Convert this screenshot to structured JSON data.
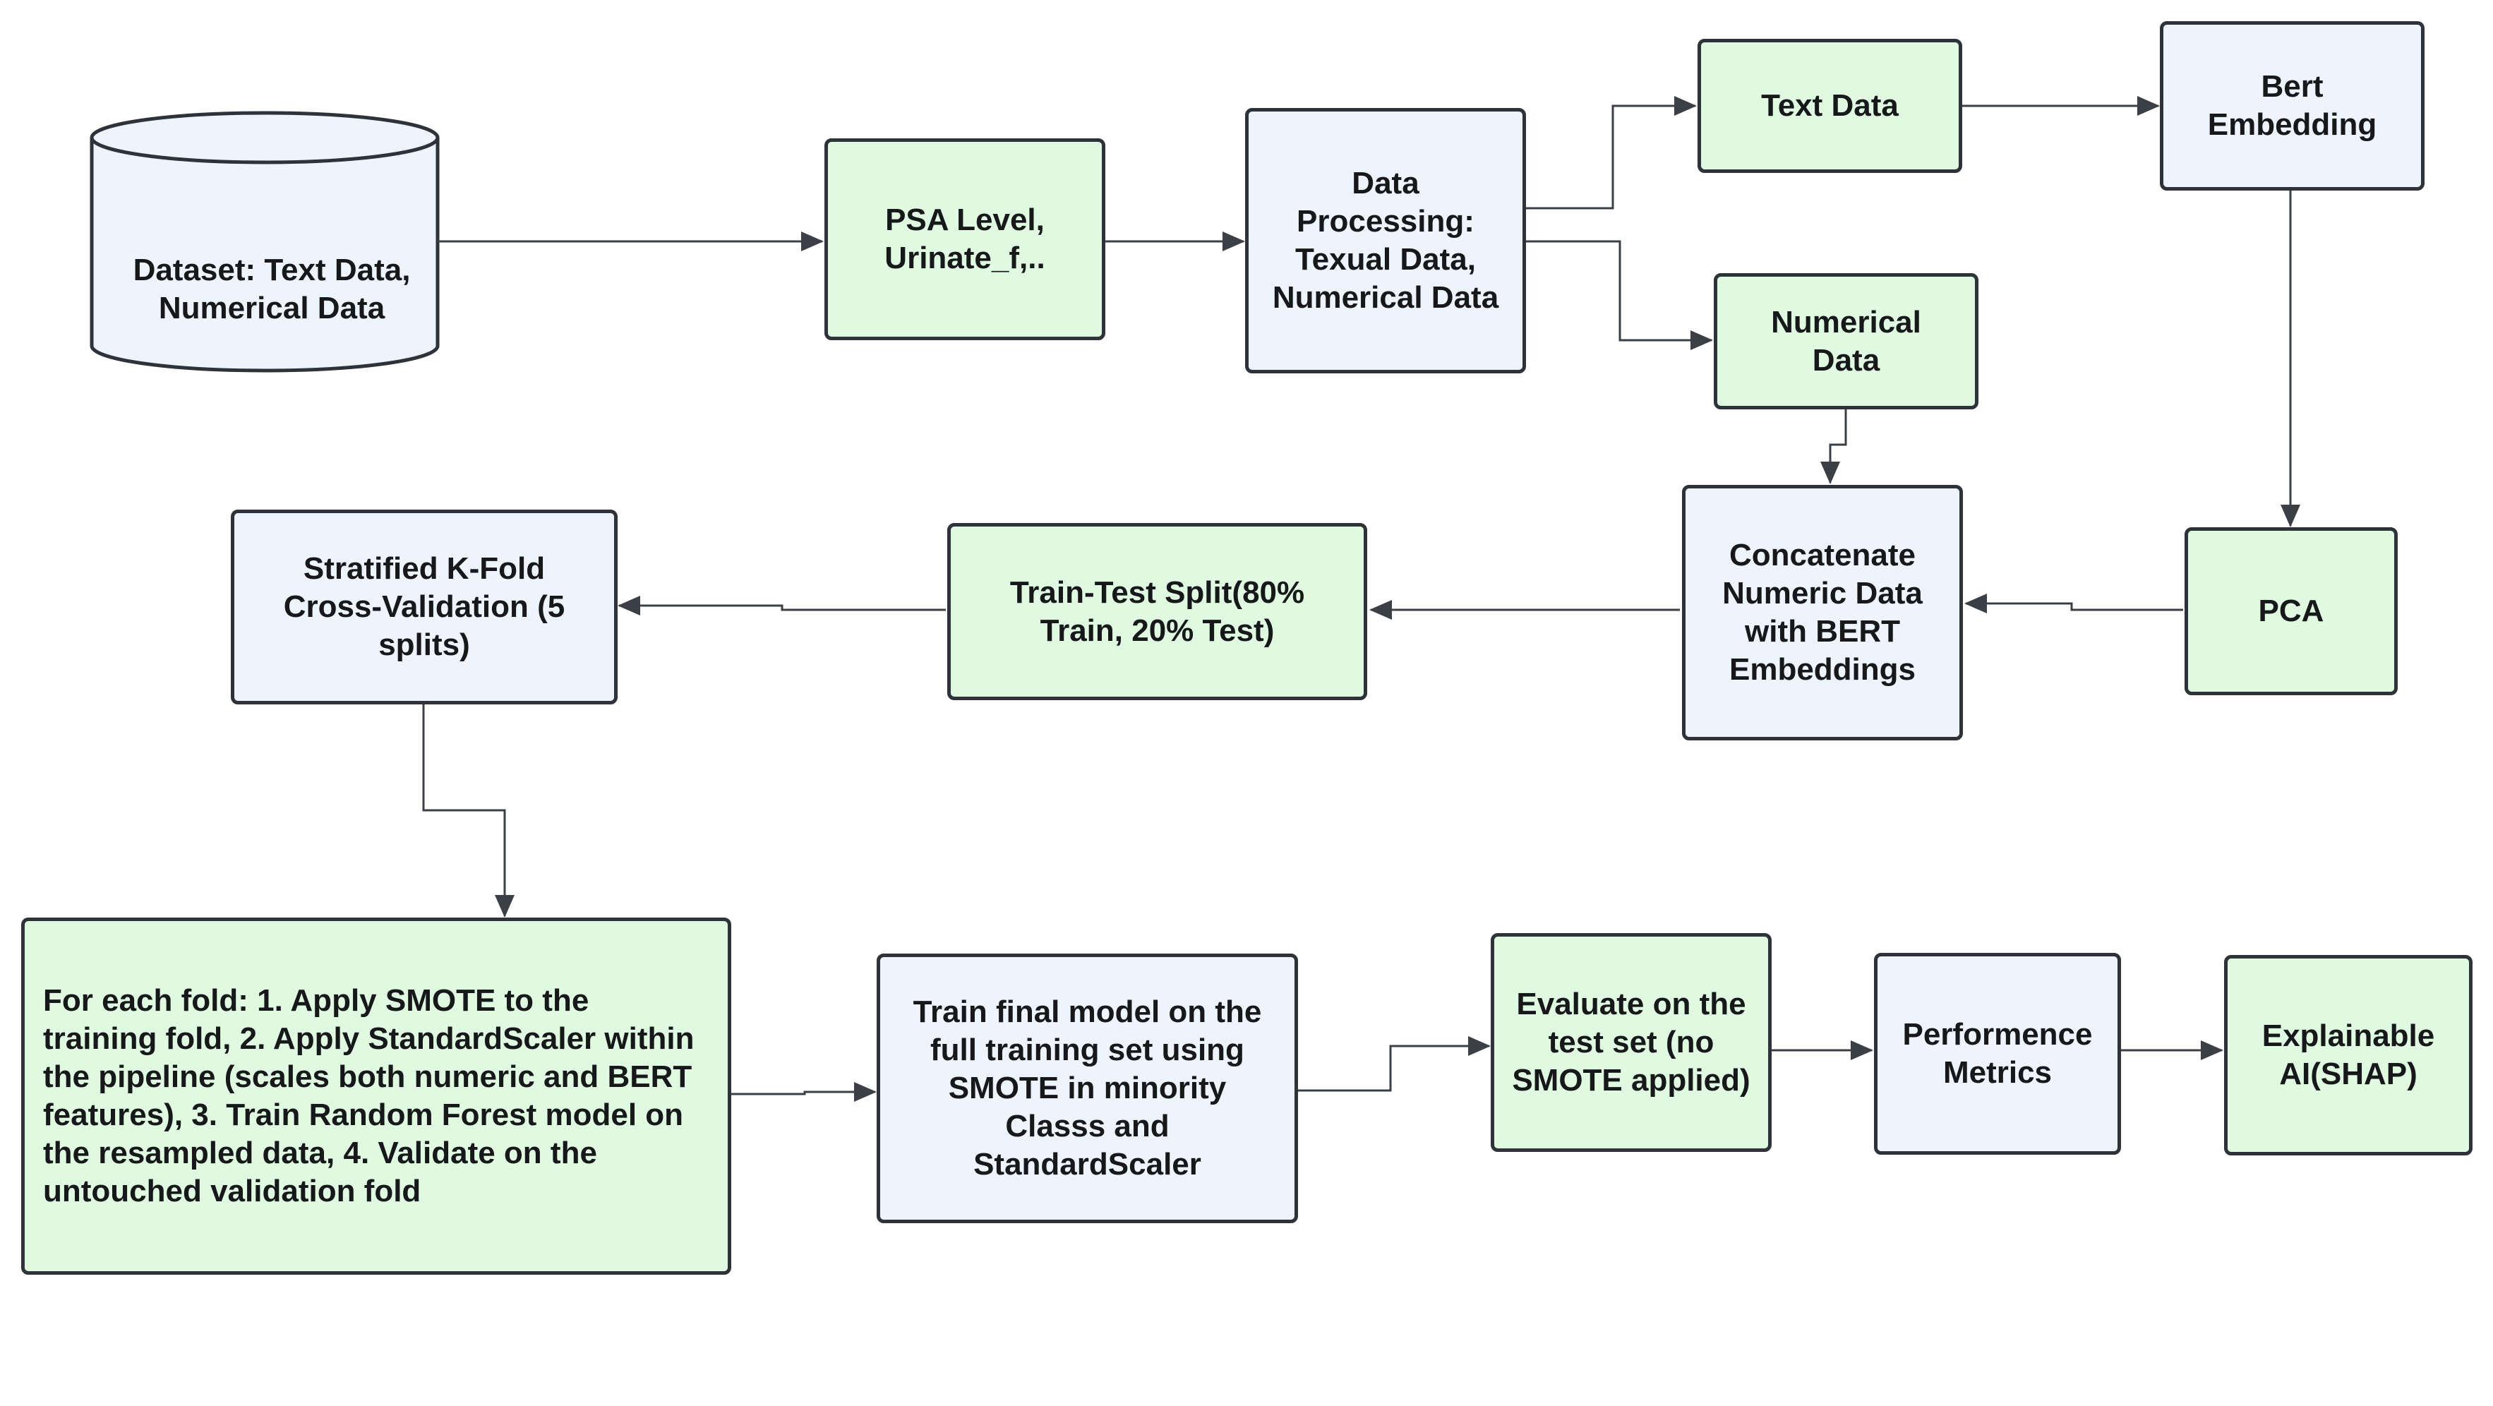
{
  "colors": {
    "green_fill": "#e0f9e1",
    "blue_fill": "#edf4fd",
    "stroke": "#2d3338",
    "edge": "#3b4046"
  },
  "nodes": {
    "dataset": "Dataset: Text Data,\nNumerical Data",
    "psa_level": "PSA Level,\nUrinate_f,..",
    "data_processing": "Data\nProcessing:\nTexual Data,\nNumerical Data",
    "text_data": "Text Data",
    "bert_embedding": "Bert\nEmbedding",
    "numerical_data": "Numerical\nData",
    "pca": "PCA",
    "concatenate": "Concatenate\nNumeric Data\nwith BERT\nEmbeddings",
    "train_test_split": "Train-Test Split(80%\nTrain, 20% Test)",
    "stratified_kfold": "Stratified K-Fold\nCross-Validation (5\nsplits)",
    "fold_steps": "For each fold: 1. Apply SMOTE to the\ntraining fold, 2. Apply StandardScaler within\nthe pipeline (scales both numeric and BERT\nfeatures),  3. Train Random Forest model on\nthe resampled data, 4. Validate on the\nuntouched validation fold",
    "train_final": "Train final model on the\nfull training set using\nSMOTE in minority\nClasss and\nStandardScaler",
    "evaluate": "Evaluate on the\ntest set (no\nSMOTE applied)",
    "performance": "Performence\nMetrics",
    "explainable": "Explainable\nAI(SHAP)"
  }
}
